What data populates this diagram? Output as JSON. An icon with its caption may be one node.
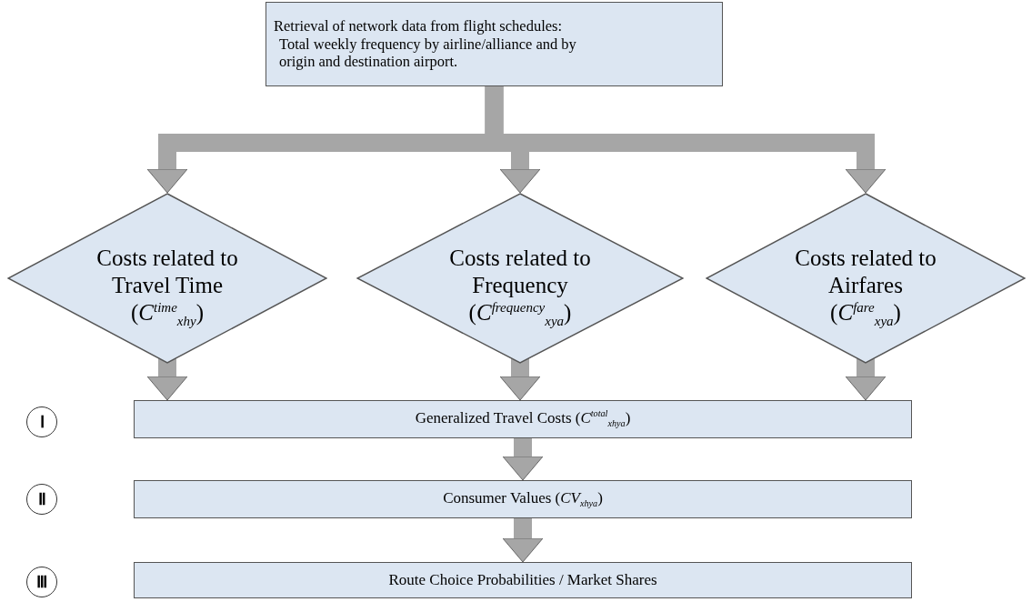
{
  "diagram": {
    "nodes": [
      {
        "text": [
          "Retrieval of network data from flight schedules:",
          "Total weekly frequency by airline/alliance and by origin and destination airport."
        ]
      },
      {
        "text": [
          "Costs related to Travel Time",
          "(*C*$^{time}$$_{xhy}$)"
        ]
      },
      {
        "text": [
          "Costs related to Frequency",
          "(*C*$^{frequency}$$_{xya}$)"
        ]
      },
      {
        "text": [
          "Costs related to Airfares",
          "(*C*$^{fare}$$_{xya}$)"
        ]
      },
      {
        "text": [
          "Ⅰ"
        ]
      },
      {
        "text": [
          "Generalized Travel Costs (*C*$^{total}$$_{xhya}$)"
        ]
      },
      {
        "text": [
          "Ⅱ"
        ]
      },
      {
        "text": [
          "Consumer Values (*CV*$_{xhya}$)"
        ]
      },
      {
        "text": [
          "Ⅲ"
        ]
      },
      {
        "text": [
          "Route Choice Probabilities / Market Shares"
        ]
      }
    ],
    "edges": [
      {
        "from": 0,
        "to": 1,
        "arrow": "to"
      },
      {
        "from": 0,
        "to": 2,
        "arrow": "to"
      },
      {
        "from": 0,
        "to": 3,
        "arrow": "to"
      },
      {
        "from": 1,
        "to": 5,
        "arrow": "to"
      },
      {
        "from": 2,
        "to": 5,
        "arrow": "to"
      },
      {
        "from": 3,
        "to": 5,
        "arrow": "to"
      },
      {
        "from": 5,
        "to": 7,
        "arrow": "to"
      },
      {
        "from": 7,
        "to": 9,
        "arrow": "to"
      }
    ]
  }
}
